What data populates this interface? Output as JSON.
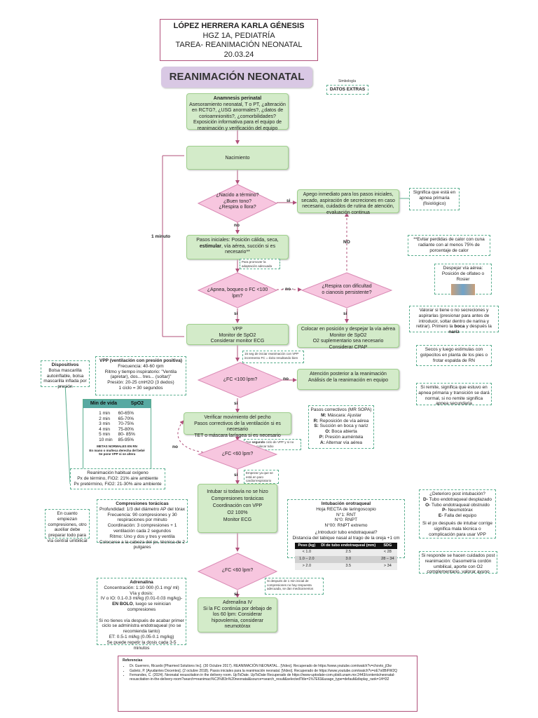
{
  "header": {
    "name": "LÓPEZ HERRERA KARLA GÉNESIS",
    "group": "HGZ 1A, PEDIATRÍA",
    "task": "TAREA- REANIMACIÓN NEONATAL",
    "date": "20.03.24"
  },
  "title": "REANIMACIÓN NEONATAL",
  "legend": {
    "label": "Simbología",
    "item": "DATOS EXTRAS"
  },
  "time_label": "1 minuto",
  "nodes": {
    "anamnesis_title": "Anamnesis perinatal",
    "anamnesis_body": "Asesoramiento neonatal, T o PT, ¿alteración en RCTG?, ¿USG anormales?, ¿datos de corioamnionitis?, ¿comorbilidades? Exposición informativa para el equipo de reanimación y verificación del equipo",
    "nacimiento": "Nacimiento",
    "d1": "¿Nacido a término?\n¿Buen tono?\n¿Respira o llora?",
    "apego": "Apego inmediato para los pasos iniciales, secado, aspiración de secreciones en caso necesario, cuidados de rutina de atención, evaluación continua",
    "apnea_primaria": "Significa que está en apnea primaria (fisiológico)",
    "pasos_iniciales_a": "Pasos iniciales: Posición cálida, seca, ",
    "pasos_iniciales_b": "estimular",
    "pasos_iniciales_c": ", vía aérea, succión si es necesario**",
    "nota_adaptacion": "Para promover la adaptación adecuada",
    "d2": "¿Apnea, boqueo o FC <100 lpm?",
    "d3": "¿Respira con dificultad\no cianosis persistente?",
    "vpp": "VPP\nMonitor de SpO2\nConsiderar monitor ECG",
    "colocar": "Colocar en posición y despejar la vía aérea\nMonitor de SpO2\nO2 suplementario sea necesario\nConsiderar CPAP",
    "d4": "¿FC <100 lpm?",
    "atencion": "Atención posterior a la reanimación\nAnálisis de la reanimación en equipo",
    "nota_15seg": "15 seg de iniciar reanimación con VPP incremento FC = éxito resultando bien",
    "verificar": "Verificar movimiento del pecho\nPasos correctivos de la ventilación si es necesario\nTET o máscara laríngea si es necesario",
    "nota_segundo_a": "Dar ",
    "nota_segundo_b": "segundo",
    "nota_segundo_c": " ciclo de VPP y si no mejora colocar tubo",
    "d5": "¿FC <60 lpm?",
    "nota_intub": "Empezar ya que se está en paro cardiorrespiratorio",
    "intubar": "Intubar si todavía no se hizo\nCompresiones torácicas\nCoordinación con VPP\nO2 100%\nMonitor ECG",
    "d6": "¿FC <60 lpm?",
    "nota_comp": "Si después de 1 min inicial de compresiones no hay respuesta adecuada, se dan medicamentos",
    "adrenalina_iv": "Adrenalina IV\nSi la FC continúa por debajo de los 60 lpm: Considerar hipovolemia, considerar neumotórax"
  },
  "edges": {
    "si": "si",
    "no": "no",
    "NO": "NO",
    "no_dash": "- no -"
  },
  "extras": {
    "evitar": "**Evitar perdidas de calor con cuna radiante con al menos 75% de porcentaje de calor",
    "despejar_a": "Despejar vía aérea: Posición de olfateo o Rosier",
    "valorar_a": "Valorar si tiene o no secreciones y aspirarlas (presionar para antes de introducir, soltar dentro de narina y retirar). Primero la ",
    "valorar_b": "boca",
    "valorar_c": " y después la ",
    "valorar_d": "nariz",
    "secos": "Secos y luego estimulas con golpecitos en planta de los pies o frotar espalda de RN",
    "si_remite": "Si remite, significa que estuvo en apnea primaria y transición se dará normal, si no remite significa apnea secundaria",
    "pasos_corr_title": "Pasos correctivos (MR SOPA)",
    "pasos_corr": [
      {
        "k": "M:",
        "v": " Máscara: Ajustar"
      },
      {
        "k": "R:",
        "v": " Reposición de vía aérea"
      },
      {
        "k": "S:",
        "v": " Succión en boca y nariz"
      },
      {
        "k": "O:",
        "v": " Boca abierta"
      },
      {
        "k": "P:",
        "v": " Presión auméntela"
      },
      {
        "k": "A:",
        "v": " Alternar vía aérea"
      }
    ],
    "dispositivos_title": "Dispositivos",
    "dispositivos": "Bolsa mascarilla autoinflable, bolsa mascarilla inflada por presión",
    "vpp_title": "VPP (ventilación con presión positiva)",
    "vpp_body": "Frecuencia: 40-60 rpm\nRitmo y tiempo inspiratorio: \"Ventila (apretar), dos... tres... (soltar)\"\nPresión: 20-25 cmH2O (3 dedos)\n1 ciclo = 30 segundos",
    "spo2_headers": [
      "Min de vida",
      "SpO2"
    ],
    "spo2_rows": [
      [
        "1 min",
        "60-65%"
      ],
      [
        "2 min",
        "65-70%"
      ],
      [
        "3 min",
        "70-75%"
      ],
      [
        "4 min",
        "75-80%"
      ],
      [
        "5 min",
        "80- 85%"
      ],
      [
        "10 min",
        "85-95%"
      ]
    ],
    "spo2_notes": "METAS NORMALES EN RN\nEn mano o muñeca derecha del bebé\nSe pone VPP si se altera",
    "reanimacion": "Reanimación habitual oxígeno\nPx de término, FiO2: 21% aire ambiente\nPx pretérmino, FiO2: 21-30% aire ambiente",
    "intubacion_title": "Intubación orotraqueal",
    "intubacion_body": "Hoja RECTA de laringoscopio\nN°1: RNT\nN°0: RNPT\nN°00: RNPT extremo",
    "intubacion_q": "¿Introducir tubo endotraqueal?\nDistancia del tabique nasal al trago de la oreja +1 cm",
    "tube_headers": [
      "Peso (kg)",
      "DI de tubo endotraqueal (mm)",
      "SDG"
    ],
    "tube_rows": [
      [
        "< 1.0",
        "2.5",
        "< 28"
      ],
      [
        "1.0 – 2.0",
        "3.0",
        "28 – 34"
      ],
      [
        "> 2.0",
        "3.5",
        "> 34"
      ]
    ],
    "deterioro_title": "¿Deterioro post intubación?",
    "deterioro": [
      {
        "k": "D-",
        "v": " Tubo endotraqueal desplazado"
      },
      {
        "k": "O-",
        "v": " Tubo endotraqueal obstruido"
      },
      {
        "k": "P-",
        "v": " Neumotórax"
      },
      {
        "k": "E-",
        "v": " Falla del equipo"
      }
    ],
    "deterioro_note": "Si el px después de intubar corrige significa mala técnica o complicación para usar VPP",
    "responde": "Si responde se hacen cuidados post reanimación: Gasometría cordón umbilical, aporte con O2 complementario, valorar ayuno",
    "empiezan": "En cuanto empiezan compresiones, otro auxiliar debe preparar todo para vía central umbilical",
    "compresiones_title": "Compresiones torácicas",
    "compresiones": "Profundidad: 1/3 del diámetro AP del tórax\nFrecuencia: 90 compresiones y 30 respiraciones por minuto\nCoordinación: 3 compresiones + 1 ventilación cada 2 segundos\nRitmo: Uno y dos y tres y ventila\nColocarse a la cabeza del px, técnica de 2 pulgares",
    "adrenalina_title": "Adrenalina",
    "adrenalina_a": "Concentración: 1:10 000 (0.1 mg/ ml)\nVía y dosis:\nIV o IO: 0.1-0.3 ml/kg (0.01-0.03 mg/kg)- ",
    "adrenalina_b": "EN BOLO",
    "adrenalina_c": ", luego se reinician compresiones\n\nSi no tienes vía después de acabar primer ciclo se administra endotraqueal (no se recomienda tanto)\nET: 0.5-1 ml/kg (0.05-0.1 mg/kg)\nSe puede repetir la dosis cada 3-5 minutos"
  },
  "references": {
    "title": "Referencias",
    "items": [
      "Dr. Guerrero, Ricardo [Pharmed Solutions Inc]. (30 Octubre 2017). REANIMACIÓN NEONATAL.. [Video]. Recuperado de https://www.youtube.com/watch?v=chovto_jI3w",
      "Galvéz, P. [Ayudantes Docentes]. (2 octubre 2018). Pasos iniciales para la reanimación neonatal. [Video]. Recuperado de https://www.youtube.com/watch?v=oE7o0BiFW2Q",
      "Fernandes, C. (2024). Neonatal resuscitation in the delivery room. UpToDate. UpToDate Recuperado de https://www-uptodate-com.pbidi.unam.mx:2443/contents/neonatal-resuscitation-in-the-delivery-room?search=reanimaci%C3%B3n%20neonatal&source=search_result&selectedTitle=1%7E63&usage_type=default&display_rank=1#H32"
    ]
  }
}
